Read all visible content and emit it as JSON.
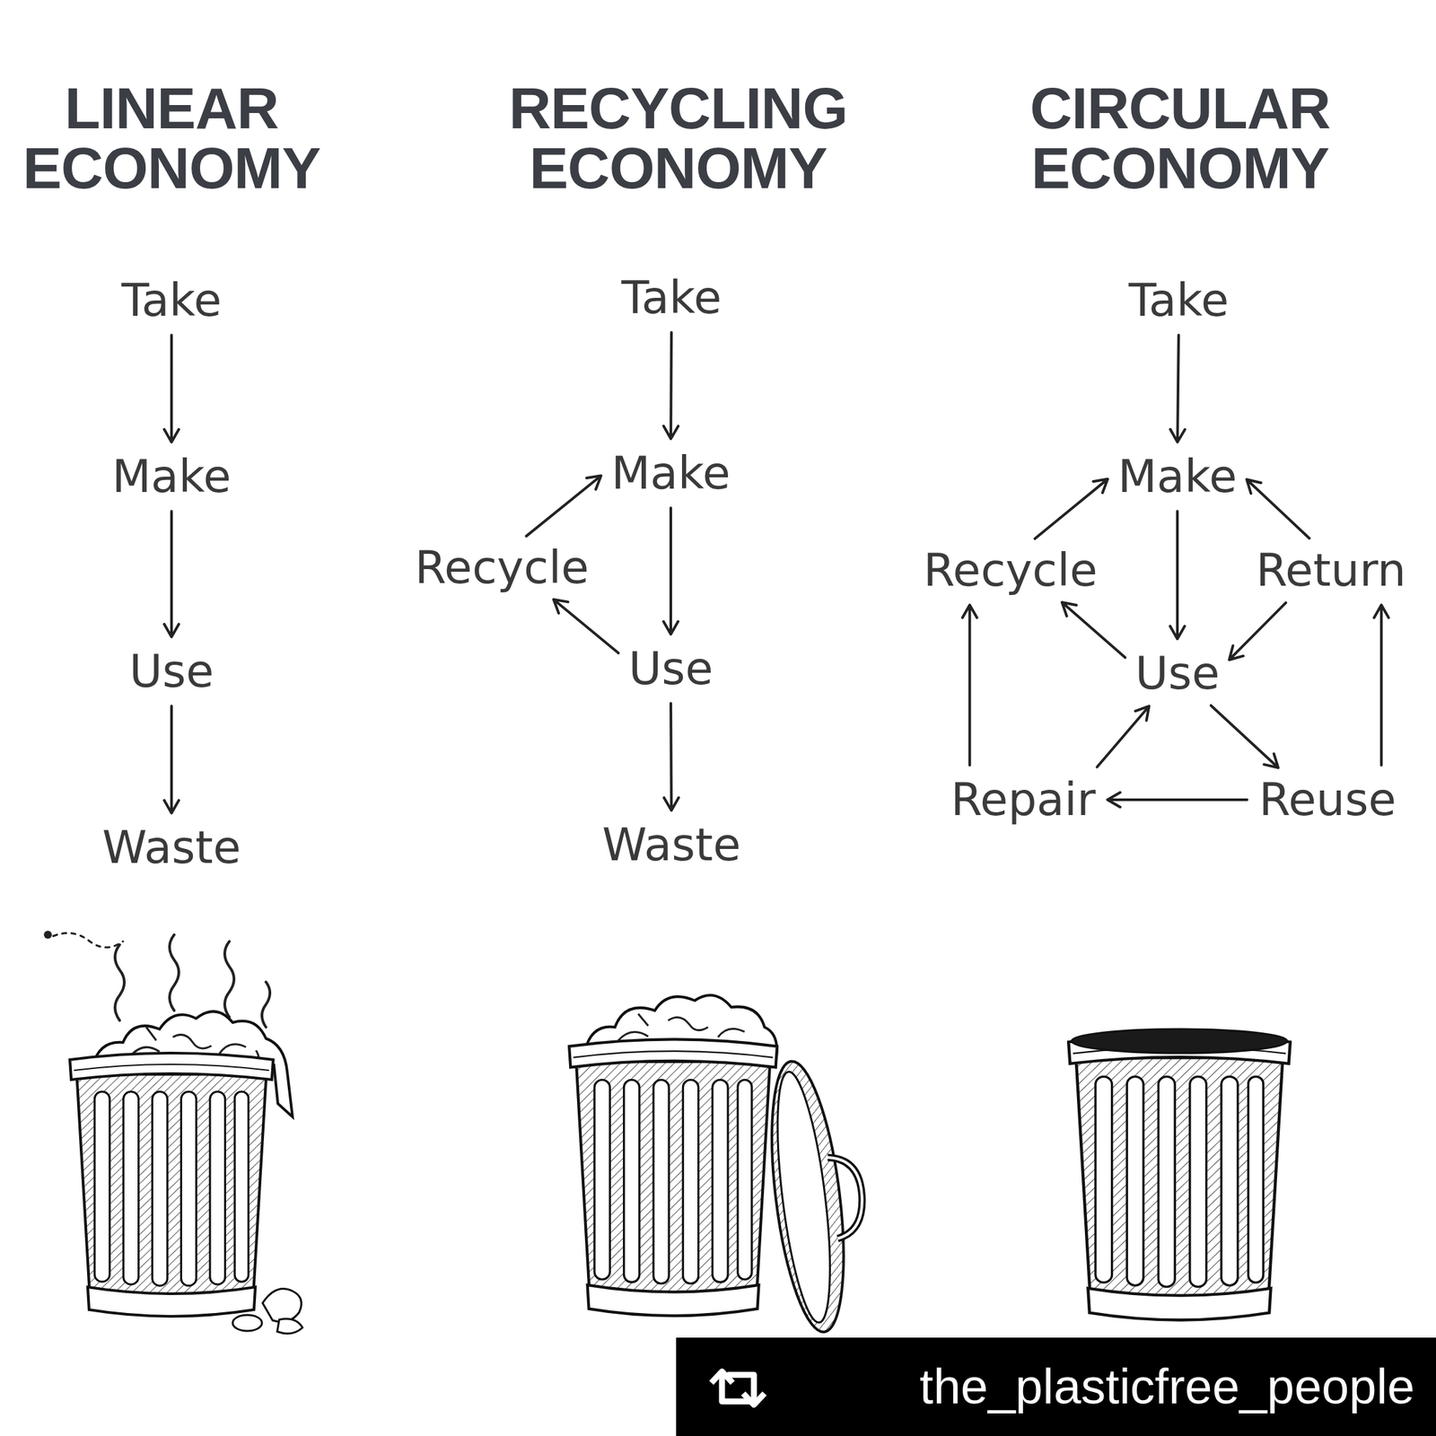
{
  "diagram": {
    "nodes": [
      {
        "text": [
          "Take"
        ]
      },
      {
        "text": [
          "Make"
        ]
      },
      {
        "text": [
          "Use"
        ]
      },
      {
        "text": [
          "Waste"
        ]
      },
      {
        "text": [
          "Take"
        ]
      },
      {
        "text": [
          "Make"
        ]
      },
      {
        "text": [
          "Recycle"
        ]
      },
      {
        "text": [
          "Use"
        ]
      },
      {
        "text": [
          "Waste"
        ]
      },
      {
        "text": [
          "Take"
        ]
      },
      {
        "text": [
          "Make"
        ]
      },
      {
        "text": [
          "Recycle"
        ]
      },
      {
        "text": [
          "Return"
        ]
      },
      {
        "text": [
          "Use"
        ]
      },
      {
        "text": [
          "Repair"
        ]
      },
      {
        "text": [
          "Reuse"
        ]
      }
    ],
    "edges": [
      {
        "from": 0,
        "to": 1,
        "arrow": "to"
      },
      {
        "from": 1,
        "to": 2,
        "arrow": "to"
      },
      {
        "from": 2,
        "to": 3,
        "arrow": "to"
      },
      {
        "from": 4,
        "to": 5,
        "arrow": "to"
      },
      {
        "from": 5,
        "to": 7,
        "arrow": "to"
      },
      {
        "from": 7,
        "to": 6,
        "arrow": "to"
      },
      {
        "from": 6,
        "to": 5,
        "arrow": "to"
      },
      {
        "from": 7,
        "to": 8,
        "arrow": "to"
      },
      {
        "from": 9,
        "to": 10,
        "arrow": "to"
      },
      {
        "from": 10,
        "to": 13,
        "arrow": "to"
      },
      {
        "from": 13,
        "to": 11,
        "arrow": "to"
      },
      {
        "from": 11,
        "to": 10,
        "arrow": "to"
      },
      {
        "from": 12,
        "to": 10,
        "arrow": "to"
      },
      {
        "from": 12,
        "to": 13,
        "arrow": "to"
      },
      {
        "from": 13,
        "to": 15,
        "arrow": "to"
      },
      {
        "from": 15,
        "to": 14,
        "arrow": "to"
      },
      {
        "from": 14,
        "to": 13,
        "arrow": "to"
      },
      {
        "from": 14,
        "to": 11,
        "arrow": "to"
      },
      {
        "from": 15,
        "to": 12,
        "arrow": "to"
      }
    ],
    "labels": [
      "LINEAR ECONOMY",
      "RECYCLING ECONOMY",
      "CIRCULAR ECONOMY",
      "the_plasticfree_people"
    ]
  }
}
